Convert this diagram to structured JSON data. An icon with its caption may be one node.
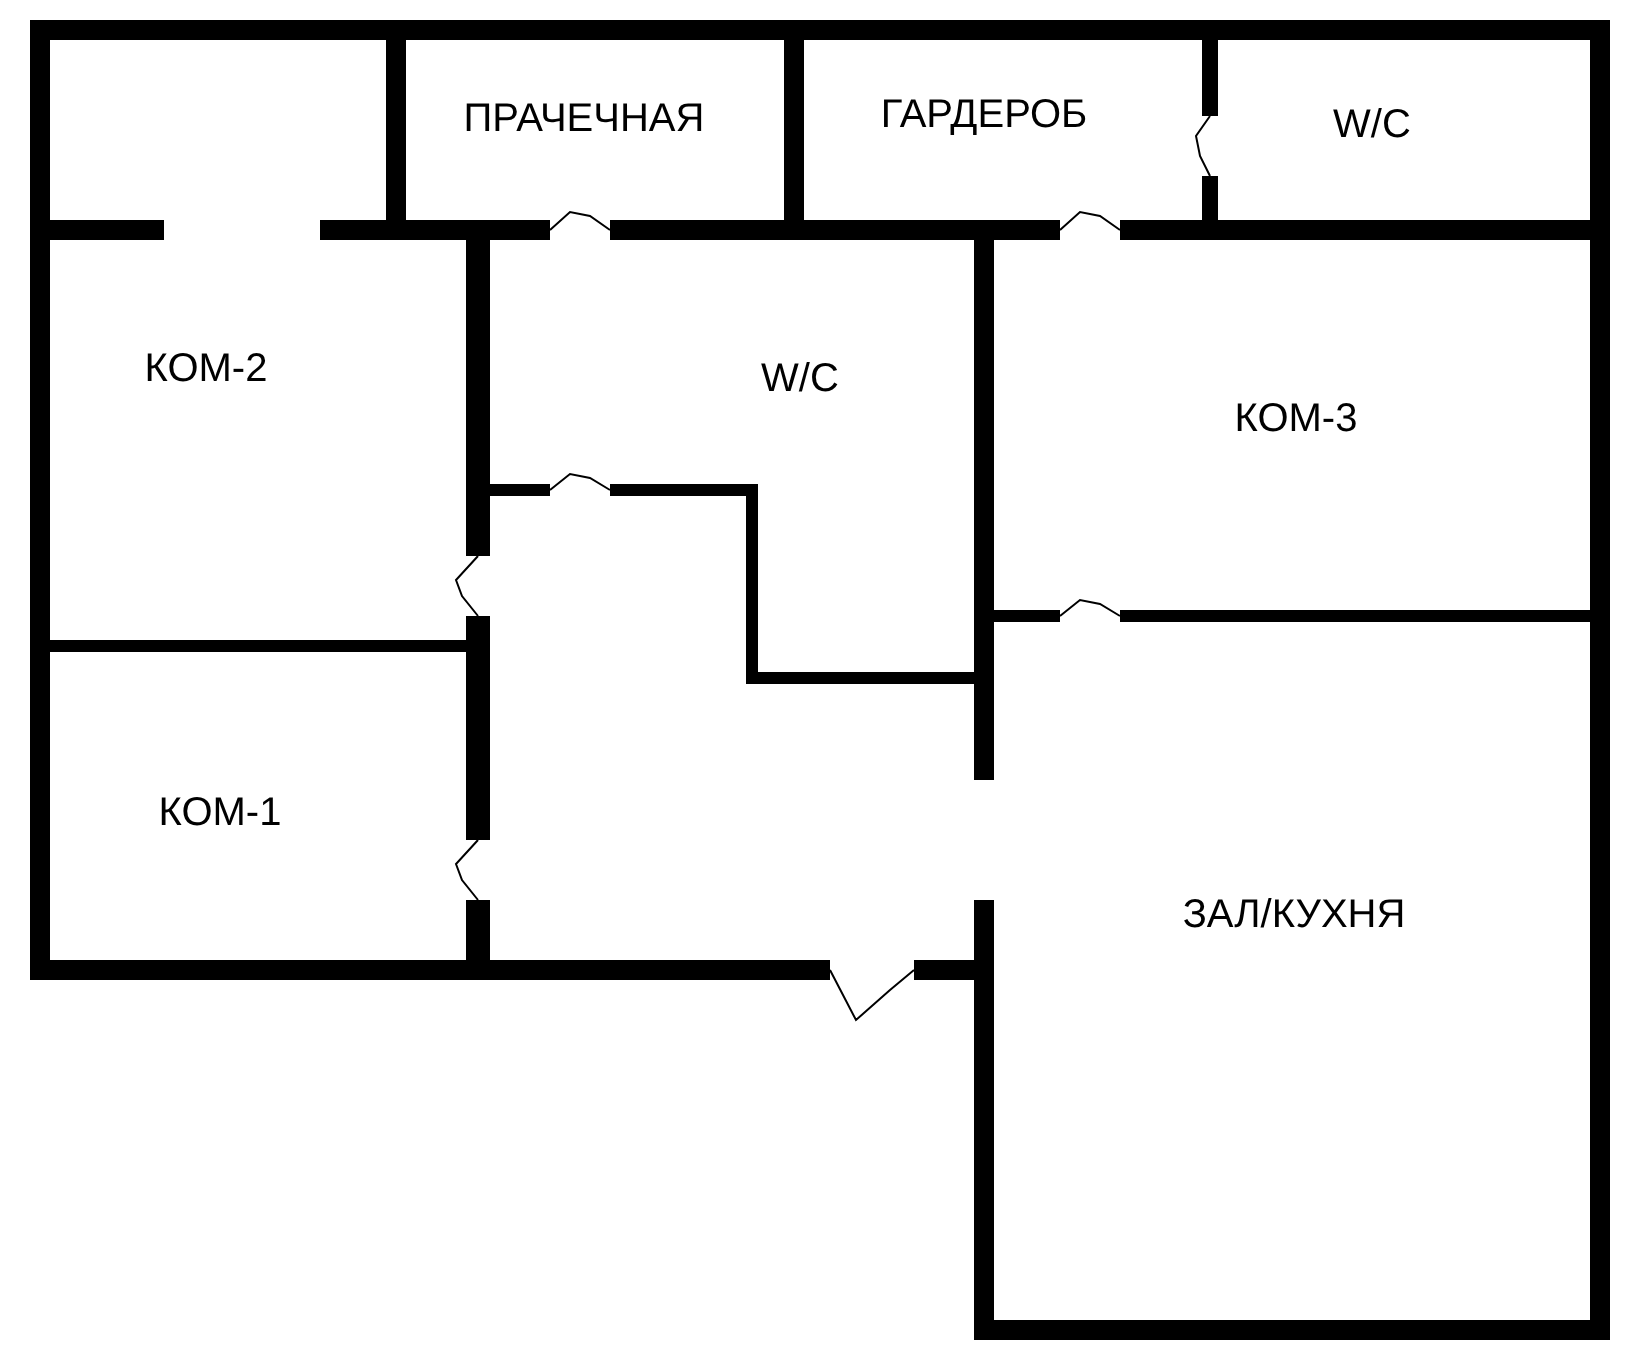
{
  "diagram": {
    "labels": [
      "ПРАЧЕЧНАЯ",
      "ГАРДЕРОБ",
      "W/C",
      "КОМ-2",
      "W/C",
      "КОМ-3",
      "КОМ-1",
      "ЗАЛ/КУХНЯ"
    ]
  }
}
